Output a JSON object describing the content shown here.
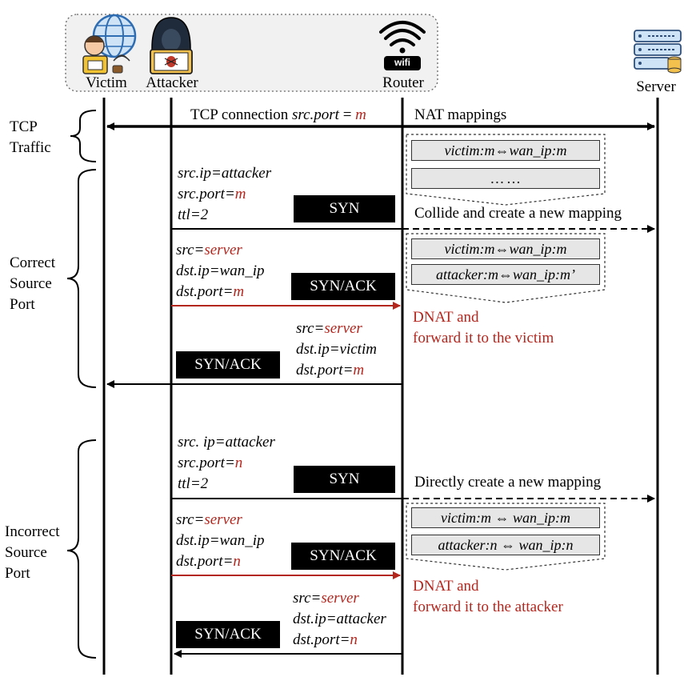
{
  "actors": {
    "victim": "Victim",
    "attacker": "Attacker",
    "router": "Router",
    "server": "Server",
    "wifi_text": "wifi"
  },
  "side_labels": {
    "tcp_traffic": [
      "TCP",
      "Traffic"
    ],
    "correct": [
      "Correct",
      "Source",
      "Port"
    ],
    "incorrect": [
      "Incorrect",
      "Source",
      "Port"
    ]
  },
  "top": {
    "tcp_connection": "TCP connection",
    "src_port_label": "src.port",
    "eq": " = ",
    "m": "m",
    "nat_mappings": "NAT mappings",
    "nat_row1": "victim:m⇔wan_ip:m",
    "nat_row2": "… …"
  },
  "correct": {
    "syn_params": [
      "src.ip=attacker",
      "src.port=",
      "ttl=2"
    ],
    "syn_port": "m",
    "syn_label": "SYN",
    "collide_note": "Collide and create a new mapping",
    "synack_src_prefix": "src=",
    "synack_src_value": "server",
    "synack_dstip": "dst.ip=wan_ip",
    "synack_dstport_prefix": "dst.port=",
    "synack_dstport_value": "m",
    "synack_label": "SYN/ACK",
    "map1": "victim:m⇔wan_ip:m",
    "map2": "attacker:m⇔wan_ip:m’",
    "dnat": [
      "DNAT and",
      "forward it to the victim"
    ],
    "fwd_src_prefix": "src=",
    "fwd_src_value": "server",
    "fwd_dstip": "dst.ip=victim",
    "fwd_dstport_prefix": "dst.port=",
    "fwd_dstport_value": "m",
    "fwd_label": "SYN/ACK"
  },
  "incorrect": {
    "syn_params": [
      "src. ip=attacker",
      "src.port=",
      "ttl=2"
    ],
    "syn_port": "n",
    "syn_label": "SYN",
    "direct_note": "Directly create a new mapping",
    "synack_src_prefix": "src=",
    "synack_src_value": "server",
    "synack_dstip": "dst.ip=wan_ip",
    "synack_dstport_prefix": "dst.port=",
    "synack_dstport_value": "n",
    "synack_label": "SYN/ACK",
    "map1": "victim:m ⇔ wan_ip:m",
    "map2": "attacker:n ⇔ wan_ip:n",
    "dnat": [
      "DNAT and",
      "forward it to the attacker"
    ],
    "fwd_src_prefix": "src=",
    "fwd_src_value": "server",
    "fwd_dstip": "dst.ip=attacker",
    "fwd_dstport_prefix": "dst.port=",
    "fwd_dstport_value": "n",
    "fwd_label": "SYN/ACK"
  },
  "colors": {
    "accent_red": "#b3261e",
    "mapping_fill": "#e6e6e6",
    "icon_blue": "#2f6db3"
  }
}
